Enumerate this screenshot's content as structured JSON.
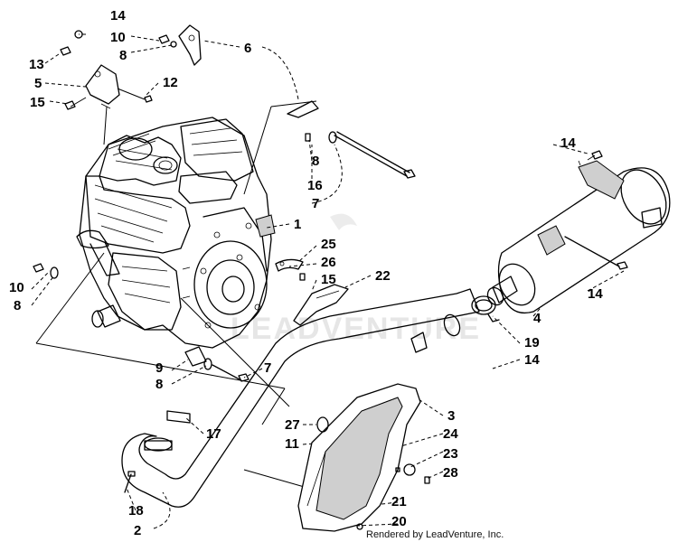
{
  "diagram": {
    "credit": "Rendered by LeadVenture, Inc.",
    "watermark": "LEADVENTURE",
    "callouts": [
      {
        "id": "c14a",
        "text": "14"
      },
      {
        "id": "c10a",
        "text": "10"
      },
      {
        "id": "c8a",
        "text": "8"
      },
      {
        "id": "c6",
        "text": "6"
      },
      {
        "id": "c13",
        "text": "13"
      },
      {
        "id": "c5",
        "text": "5"
      },
      {
        "id": "c12",
        "text": "12"
      },
      {
        "id": "c15a",
        "text": "15"
      },
      {
        "id": "c8b",
        "text": "8"
      },
      {
        "id": "c16",
        "text": "16"
      },
      {
        "id": "c7a",
        "text": "7"
      },
      {
        "id": "c14b",
        "text": "14"
      },
      {
        "id": "c1",
        "text": "1"
      },
      {
        "id": "c25",
        "text": "25"
      },
      {
        "id": "c26",
        "text": "26"
      },
      {
        "id": "c15b",
        "text": "15"
      },
      {
        "id": "c22",
        "text": "22"
      },
      {
        "id": "c10b",
        "text": "10"
      },
      {
        "id": "c8c",
        "text": "8"
      },
      {
        "id": "c14c",
        "text": "14"
      },
      {
        "id": "c4",
        "text": "4"
      },
      {
        "id": "c19",
        "text": "19"
      },
      {
        "id": "c14d",
        "text": "14"
      },
      {
        "id": "c9",
        "text": "9"
      },
      {
        "id": "c8d",
        "text": "8"
      },
      {
        "id": "c7b",
        "text": "7"
      },
      {
        "id": "c3",
        "text": "3"
      },
      {
        "id": "c17",
        "text": "17"
      },
      {
        "id": "c27",
        "text": "27"
      },
      {
        "id": "c24",
        "text": "24"
      },
      {
        "id": "c11",
        "text": "11"
      },
      {
        "id": "c23",
        "text": "23"
      },
      {
        "id": "c28",
        "text": "28"
      },
      {
        "id": "c21",
        "text": "21"
      },
      {
        "id": "c18",
        "text": "18"
      },
      {
        "id": "c20",
        "text": "20"
      },
      {
        "id": "c2",
        "text": "2"
      }
    ]
  }
}
